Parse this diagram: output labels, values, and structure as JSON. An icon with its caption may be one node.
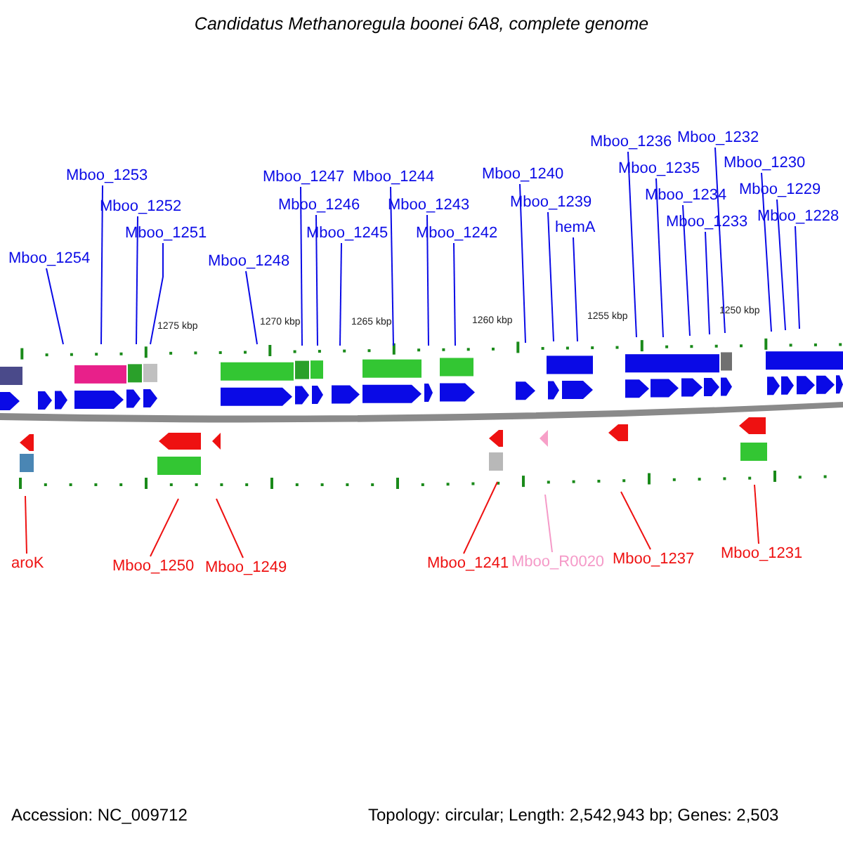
{
  "diagram": {
    "title": "Candidatus Methanoregula boonei 6A8, complete genome",
    "nodes": [
      {
        "text": [
          "Mboo_1254"
        ]
      },
      {
        "text": [
          "Mboo_1253"
        ]
      },
      {
        "text": [
          "Mboo_1252"
        ]
      },
      {
        "text": [
          "Mboo_1251"
        ]
      },
      {
        "text": [
          "Mboo_1248"
        ]
      },
      {
        "text": [
          "Mboo_1247"
        ]
      },
      {
        "text": [
          "Mboo_1246"
        ]
      },
      {
        "text": [
          "Mboo_1245"
        ]
      },
      {
        "text": [
          "Mboo_1244"
        ]
      },
      {
        "text": [
          "Mboo_1243"
        ]
      },
      {
        "text": [
          "Mboo_1242"
        ]
      },
      {
        "text": [
          "Mboo_1240"
        ]
      },
      {
        "text": [
          "Mboo_1239"
        ]
      },
      {
        "text": [
          "hemA"
        ]
      },
      {
        "text": [
          "Mboo_1236"
        ]
      },
      {
        "text": [
          "Mboo_1235"
        ]
      },
      {
        "text": [
          "Mboo_1234"
        ]
      },
      {
        "text": [
          "Mboo_1233"
        ]
      },
      {
        "text": [
          "Mboo_1232"
        ]
      },
      {
        "text": [
          "Mboo_1230"
        ]
      },
      {
        "text": [
          "Mboo_1229"
        ]
      },
      {
        "text": [
          "Mboo_1228"
        ]
      },
      {
        "text": [
          "aroK"
        ]
      },
      {
        "text": [
          "Mboo_1250"
        ]
      },
      {
        "text": [
          "Mboo_1249"
        ]
      },
      {
        "text": [
          "Mboo_1241"
        ]
      },
      {
        "text": [
          "Mboo_R0020"
        ]
      },
      {
        "text": [
          "Mboo_1237"
        ]
      },
      {
        "text": [
          "Mboo_1231"
        ]
      }
    ],
    "edges": [
      {
        "from": 0,
        "to": null,
        "arrow": "none"
      },
      {
        "from": 1,
        "to": null,
        "arrow": "none"
      },
      {
        "from": 2,
        "to": null,
        "arrow": "none"
      },
      {
        "from": 3,
        "to": null,
        "arrow": "none"
      },
      {
        "from": 4,
        "to": null,
        "arrow": "none"
      },
      {
        "from": 5,
        "to": null,
        "arrow": "none"
      },
      {
        "from": 6,
        "to": null,
        "arrow": "none"
      },
      {
        "from": 7,
        "to": null,
        "arrow": "none"
      },
      {
        "from": 8,
        "to": null,
        "arrow": "none"
      },
      {
        "from": 9,
        "to": null,
        "arrow": "none"
      },
      {
        "from": 10,
        "to": null,
        "arrow": "none"
      },
      {
        "from": 11,
        "to": null,
        "arrow": "none"
      },
      {
        "from": 12,
        "to": null,
        "arrow": "none"
      },
      {
        "from": 13,
        "to": null,
        "arrow": "none"
      },
      {
        "from": 14,
        "to": null,
        "arrow": "none"
      },
      {
        "from": 15,
        "to": null,
        "arrow": "none"
      },
      {
        "from": 16,
        "to": null,
        "arrow": "none"
      },
      {
        "from": 17,
        "to": null,
        "arrow": "none"
      },
      {
        "from": 18,
        "to": null,
        "arrow": "none"
      },
      {
        "from": 19,
        "to": null,
        "arrow": "none"
      },
      {
        "from": 20,
        "to": null,
        "arrow": "none"
      },
      {
        "from": 21,
        "to": null,
        "arrow": "none"
      },
      {
        "from": 22,
        "to": null,
        "arrow": "none",
        "color": "#ee1111"
      },
      {
        "from": 23,
        "to": null,
        "arrow": "none",
        "color": "#ee1111"
      },
      {
        "from": 24,
        "to": null,
        "arrow": "none",
        "color": "#ee1111"
      },
      {
        "from": 25,
        "to": null,
        "arrow": "none",
        "color": "#ee1111"
      },
      {
        "from": 26,
        "to": null,
        "arrow": "none",
        "color": "#f59ac8"
      },
      {
        "from": 27,
        "to": null,
        "arrow": "none",
        "color": "#ee1111"
      },
      {
        "from": 28,
        "to": null,
        "arrow": "none",
        "color": "#ee1111"
      }
    ],
    "labels": [
      "1275 kbp",
      "1270 kbp",
      "1265 kbp",
      "1260 kbp",
      "1255 kbp",
      "1250 kbp",
      "Accession: NC_009712",
      "Topology: circular; Length: 2,542,943 bp; Genes: 2,503"
    ]
  }
}
